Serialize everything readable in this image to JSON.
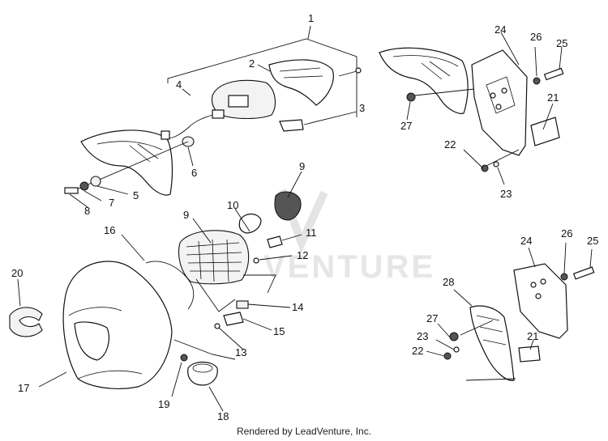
{
  "diagram": {
    "watermark": "VENTURE",
    "footer": "Rendered by LeadVenture, Inc.",
    "callouts": {
      "c1": "1",
      "c2": "2",
      "c3": "3",
      "c4": "4",
      "c5": "5",
      "c6": "6",
      "c7": "7",
      "c8": "8",
      "c9a": "9",
      "c9b": "9",
      "c10": "10",
      "c11": "11",
      "c12": "12",
      "c13": "13",
      "c14": "14",
      "c15": "15",
      "c16": "16",
      "c17": "17",
      "c18": "18",
      "c19": "19",
      "c20": "20",
      "c21a": "21",
      "c22a": "22",
      "c23a": "23",
      "c24a": "24",
      "c25a": "25",
      "c26a": "26",
      "c27a": "27",
      "c21b": "21",
      "c22b": "22",
      "c23b": "23",
      "c24b": "24",
      "c25b": "25",
      "c26b": "26",
      "c27b": "27",
      "c28": "28"
    }
  }
}
